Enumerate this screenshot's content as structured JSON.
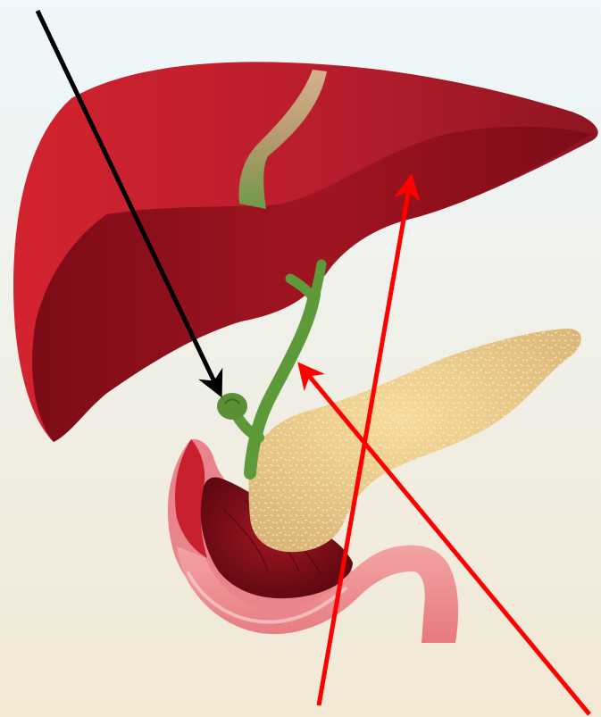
{
  "diagram": {
    "structures": [
      {
        "id": "liver",
        "color": "#b81d2b"
      },
      {
        "id": "gallbladder",
        "color": "#5e9a3a"
      },
      {
        "id": "common-bile-duct",
        "color": "#5e9a3a"
      },
      {
        "id": "pancreas",
        "color": "#e7c78a"
      },
      {
        "id": "stomach",
        "color": "#7e0d19"
      },
      {
        "id": "duodenum",
        "color": "#ef8a8e"
      }
    ],
    "pointers": [
      {
        "id": "pointer-to-gallbladder",
        "color": "#000000"
      },
      {
        "id": "pointer-to-liver",
        "color": "#ff0000"
      },
      {
        "id": "pointer-to-bile-duct",
        "color": "#ff0000"
      }
    ],
    "background": {
      "top": "#eef7fb",
      "bottom": "#f2e8d4"
    }
  }
}
